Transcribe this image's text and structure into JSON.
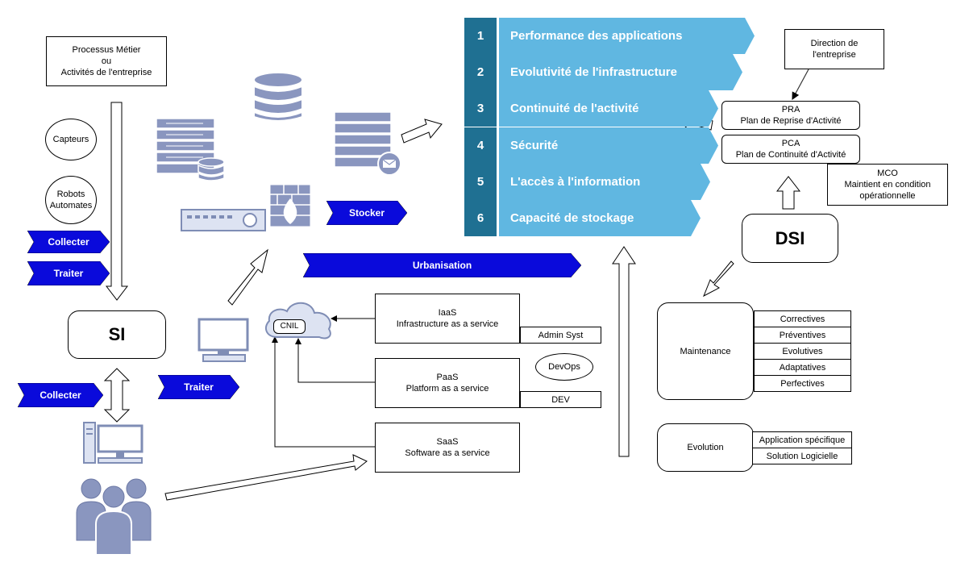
{
  "processus": "Processus Métier\nou\nActivités de l'entreprise",
  "capteurs": "Capteurs",
  "robots": "Robots\nAutomates",
  "collecter_1": "Collecter",
  "traiter_1": "Traiter",
  "si": "SI",
  "collecter_2": "Collecter",
  "traiter_2": "Traiter",
  "stocker": "Stocker",
  "urbanisation": "Urbanisation",
  "cnil": "CNIL",
  "iaas": "IaaS\nInfrastructure as a service",
  "admin_syst": "Admin Syst",
  "devops": "DevOps",
  "paas": "PaaS\nPlatform as a service",
  "dev": "DEV",
  "saas": "SaaS\nSoftware as a service",
  "priorities": [
    {
      "num": "1",
      "label": "Performance des applications"
    },
    {
      "num": "2",
      "label": "Evolutivité de l'infrastructure"
    },
    {
      "num": "3",
      "label": "Continuité de l'activité"
    },
    {
      "num": "4",
      "label": "Sécurité"
    },
    {
      "num": "5",
      "label": "L'accès à l'information"
    },
    {
      "num": "6",
      "label": "Capacité de stockage"
    }
  ],
  "direction": "Direction de\nl'entreprise",
  "pra": "PRA\nPlan de Reprise d'Activité",
  "pca": "PCA\nPlan de Continuité  d'Activité",
  "mco": "MCO\nMaintient en condition\nopérationnelle",
  "dsi": "DSI",
  "maintenance": "Maintenance",
  "maintenance_items": [
    "Correctives",
    "Préventives",
    "Evolutives",
    "Adaptatives",
    "Perfectives"
  ],
  "evolution": "Evolution",
  "evolution_items": [
    "Application spécifique",
    "Solution Logicielle"
  ],
  "colors": {
    "tag_blue": "#0a0adb",
    "num_blue": "#1f7092",
    "item_blue": "#60b7e1",
    "icon_gray": "#7f8db5"
  }
}
